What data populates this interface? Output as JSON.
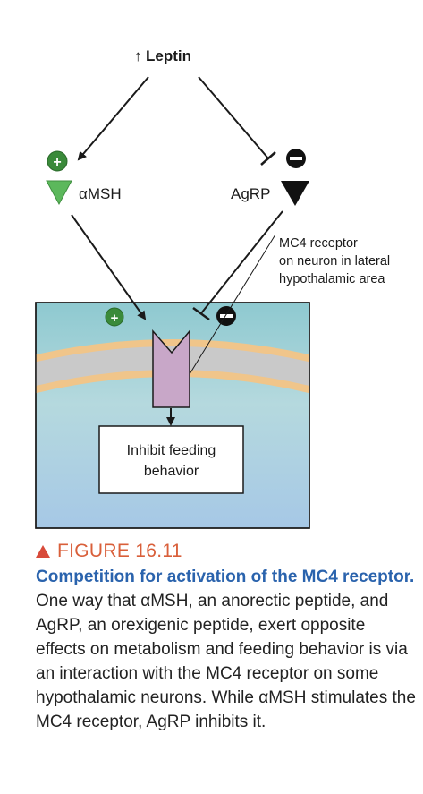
{
  "diagram": {
    "leptin_label": "Leptin",
    "leptin_arrow": "↑",
    "amsh_label": "αMSH",
    "agrp_label": "AgRP",
    "receptor_callout": [
      "MC4 receptor",
      "on neuron in lateral",
      "hypothalamic area"
    ],
    "plus_sign": "+",
    "minus_sign": "−",
    "outcome_box": [
      "Inhibit feeding",
      "behavior"
    ],
    "colors": {
      "plus_green": "#3a8a3a",
      "amsh_triangle": "#5cb85c",
      "receptor_fill": "#c8a7c8",
      "cell_top": "#8ec9d0",
      "cell_bottom": "#a9cbe8",
      "membrane_outer": "#f0c58a",
      "membrane_inner": "#c9c9c9"
    }
  },
  "caption": {
    "figure_label": "FIGURE 16.11",
    "title": "Competition for activation of the MC4 receptor.",
    "body": "One way that αMSH, an anorectic peptide, and AgRP, an orexigenic peptide, exert opposite effects on metabolism and feeding behavior is via an interaction with the MC4 receptor on some hypothalamic neurons. While αMSH stimulates the MC4 receptor, AgRP inhibits it."
  }
}
